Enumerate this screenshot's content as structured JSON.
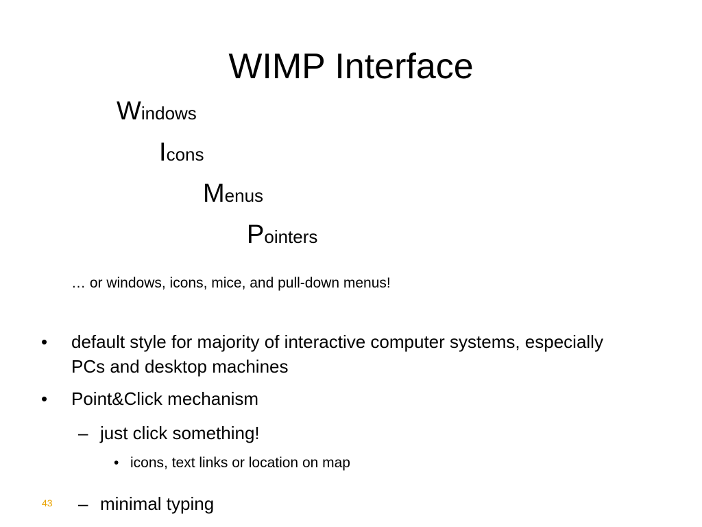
{
  "slide": {
    "title": "WIMP Interface",
    "acronym": [
      {
        "letter": "W",
        "rest": "indows"
      },
      {
        "letter": "I",
        "rest": "cons"
      },
      {
        "letter": "M",
        "rest": "enus"
      },
      {
        "letter": "P",
        "rest": "ointers"
      }
    ],
    "tagline": "… or windows, icons, mice, and pull-down menus!",
    "bullets": [
      {
        "marker": "•",
        "text": "default style for majority of interactive computer systems, especially PCs and desktop machines"
      },
      {
        "marker": "•",
        "text": "Point&Click mechanism"
      }
    ],
    "sub_items": [
      {
        "marker": "–",
        "text": "just click something!"
      },
      {
        "marker": "•",
        "text": "icons, text links or location on map"
      },
      {
        "marker": "–",
        "text": "minimal typing"
      }
    ],
    "page_number": "43",
    "accent_color": "#e8a200"
  }
}
